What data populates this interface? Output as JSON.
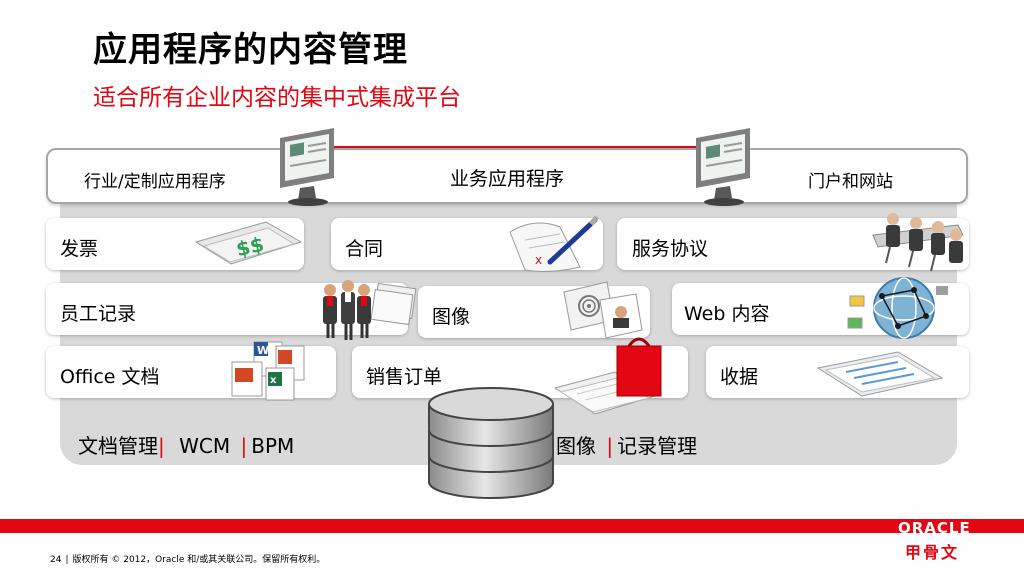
{
  "title": "应用程序的内容管理",
  "subtitle": "适合所有企业内容的集中式集成平台",
  "top_bar": {
    "left": "行业/定制应用程序",
    "center": "业务应用程序",
    "right": "门户和网站"
  },
  "content_types": {
    "invoice": "发票",
    "contract": "合同",
    "service_agreement": "服务协议",
    "employee_records": "员工记录",
    "image": "图像",
    "web_content": "Web 内容",
    "office_docs": "Office 文档",
    "sales_order": "销售订单",
    "receipt": "收据"
  },
  "bottom": {
    "left_part1": "文档管理",
    "sep1": "|",
    "left_part2": "WCM",
    "sep2": "|",
    "left_part3": "BPM",
    "right_part1": "图像",
    "sep3": "|",
    "right_part2": "记录管理"
  },
  "footer": {
    "page_number": "24",
    "pipe": "|",
    "copyright": "版权所有 © 2012，Oracle 和/或其关联公司。保留所有权利。"
  },
  "brand": {
    "logo_en": "ORACLE",
    "logo_cn": "甲骨文",
    "accent_color": "#e30613"
  }
}
